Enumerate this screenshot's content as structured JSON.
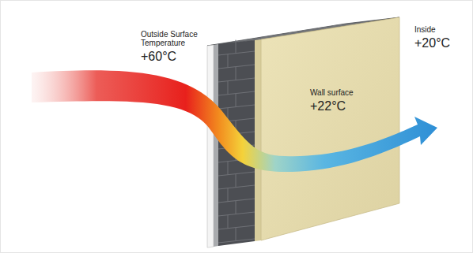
{
  "diagram": {
    "labels": [
      "Outside Surface Temperature",
      "+60°C",
      "Wall surface",
      "+22°C",
      "Inside",
      "+20°C"
    ]
  }
}
